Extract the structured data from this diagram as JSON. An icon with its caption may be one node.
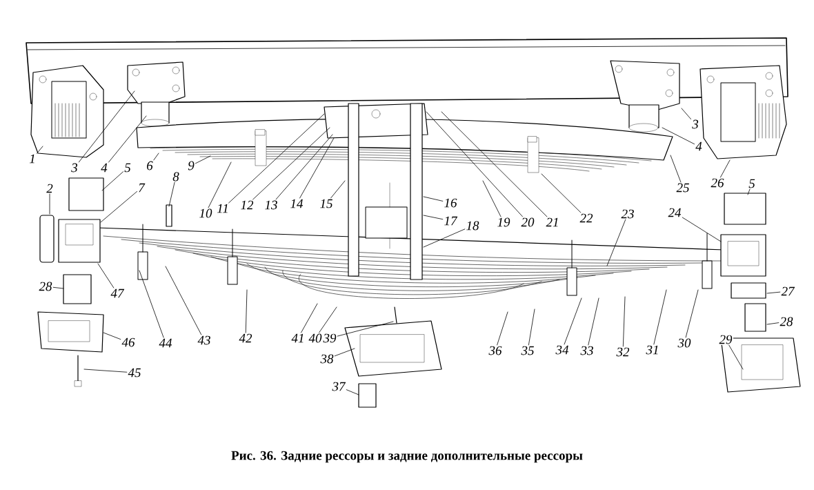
{
  "diagram": {
    "caption": "Рис. 36. Задние рессоры и задние дополнительные рессоры",
    "nodes": [
      {
        "text": [
          "1"
        ]
      },
      {
        "text": [
          "2"
        ]
      },
      {
        "text": [
          "3"
        ]
      },
      {
        "text": [
          "4"
        ]
      },
      {
        "text": [
          "5"
        ]
      },
      {
        "text": [
          "6"
        ]
      },
      {
        "text": [
          "7"
        ]
      },
      {
        "text": [
          "8"
        ]
      },
      {
        "text": [
          "9"
        ]
      },
      {
        "text": [
          "10"
        ]
      },
      {
        "text": [
          "11"
        ]
      },
      {
        "text": [
          "12"
        ]
      },
      {
        "text": [
          "13"
        ]
      },
      {
        "text": [
          "14"
        ]
      },
      {
        "text": [
          "15"
        ]
      },
      {
        "text": [
          "16"
        ]
      },
      {
        "text": [
          "17"
        ]
      },
      {
        "text": [
          "18"
        ]
      },
      {
        "text": [
          "19"
        ]
      },
      {
        "text": [
          "20"
        ]
      },
      {
        "text": [
          "21"
        ]
      },
      {
        "text": [
          "22"
        ]
      },
      {
        "text": [
          "23"
        ]
      },
      {
        "text": [
          "24"
        ]
      },
      {
        "text": [
          "25"
        ]
      },
      {
        "text": [
          "26"
        ]
      },
      {
        "text": [
          "27"
        ]
      },
      {
        "text": [
          "28"
        ]
      },
      {
        "text": [
          "29"
        ]
      },
      {
        "text": [
          "30"
        ]
      },
      {
        "text": [
          "31"
        ]
      },
      {
        "text": [
          "32"
        ]
      },
      {
        "text": [
          "33"
        ]
      },
      {
        "text": [
          "34"
        ]
      },
      {
        "text": [
          "35"
        ]
      },
      {
        "text": [
          "36"
        ]
      },
      {
        "text": [
          "37"
        ]
      },
      {
        "text": [
          "38"
        ]
      },
      {
        "text": [
          "39"
        ]
      },
      {
        "text": [
          "40"
        ]
      },
      {
        "text": [
          "41"
        ]
      },
      {
        "text": [
          "42"
        ]
      },
      {
        "text": [
          "43"
        ]
      },
      {
        "text": [
          "44"
        ]
      },
      {
        "text": [
          "45"
        ]
      },
      {
        "text": [
          "46"
        ]
      },
      {
        "text": [
          "47"
        ]
      },
      {
        "text": [
          "28"
        ]
      },
      {
        "text": [
          "5"
        ]
      },
      {
        "text": [
          "3"
        ]
      },
      {
        "text": [
          "4"
        ]
      }
    ],
    "edges": [
      {
        "from": 0,
        "to": null,
        "arrow": "none"
      },
      {
        "from": 1,
        "to": null,
        "arrow": "none"
      },
      {
        "from": 2,
        "to": null,
        "arrow": "none"
      },
      {
        "from": 3,
        "to": null,
        "arrow": "none"
      },
      {
        "from": 4,
        "to": null,
        "arrow": "none"
      },
      {
        "from": 5,
        "to": null,
        "arrow": "none"
      },
      {
        "from": 6,
        "to": null,
        "arrow": "none"
      },
      {
        "from": 7,
        "to": null,
        "arrow": "none"
      },
      {
        "from": 8,
        "to": null,
        "arrow": "none"
      },
      {
        "from": 9,
        "to": null,
        "arrow": "none"
      },
      {
        "from": 10,
        "to": null,
        "arrow": "none"
      },
      {
        "from": 11,
        "to": null,
        "arrow": "none"
      },
      {
        "from": 12,
        "to": null,
        "arrow": "none"
      },
      {
        "from": 13,
        "to": null,
        "arrow": "none"
      },
      {
        "from": 14,
        "to": null,
        "arrow": "none"
      },
      {
        "from": 15,
        "to": null,
        "arrow": "none"
      },
      {
        "from": 16,
        "to": null,
        "arrow": "none"
      },
      {
        "from": 17,
        "to": null,
        "arrow": "none"
      },
      {
        "from": 18,
        "to": null,
        "arrow": "none"
      },
      {
        "from": 19,
        "to": null,
        "arrow": "none"
      },
      {
        "from": 20,
        "to": null,
        "arrow": "none"
      },
      {
        "from": 21,
        "to": null,
        "arrow": "none"
      },
      {
        "from": 22,
        "to": null,
        "arrow": "none"
      },
      {
        "from": 23,
        "to": null,
        "arrow": "none"
      },
      {
        "from": 24,
        "to": null,
        "arrow": "none"
      },
      {
        "from": 25,
        "to": null,
        "arrow": "none"
      },
      {
        "from": 26,
        "to": null,
        "arrow": "none"
      },
      {
        "from": 27,
        "to": null,
        "arrow": "none"
      },
      {
        "from": 28,
        "to": null,
        "arrow": "none"
      },
      {
        "from": 29,
        "to": null,
        "arrow": "none"
      },
      {
        "from": 30,
        "to": null,
        "arrow": "none"
      },
      {
        "from": 31,
        "to": null,
        "arrow": "none"
      },
      {
        "from": 32,
        "to": null,
        "arrow": "none"
      },
      {
        "from": 33,
        "to": null,
        "arrow": "none"
      },
      {
        "from": 34,
        "to": null,
        "arrow": "none"
      },
      {
        "from": 35,
        "to": null,
        "arrow": "none"
      },
      {
        "from": 36,
        "to": null,
        "arrow": "none"
      },
      {
        "from": 37,
        "to": null,
        "arrow": "none"
      },
      {
        "from": 38,
        "to": null,
        "arrow": "none"
      },
      {
        "from": 39,
        "to": null,
        "arrow": "none"
      },
      {
        "from": 40,
        "to": null,
        "arrow": "none"
      },
      {
        "from": 41,
        "to": null,
        "arrow": "none"
      },
      {
        "from": 42,
        "to": null,
        "arrow": "none"
      },
      {
        "from": 43,
        "to": null,
        "arrow": "none"
      },
      {
        "from": 44,
        "to": null,
        "arrow": "none"
      },
      {
        "from": 45,
        "to": null,
        "arrow": "none"
      },
      {
        "from": 46,
        "to": null,
        "arrow": "none"
      },
      {
        "from": 47,
        "to": null,
        "arrow": "none"
      },
      {
        "from": 48,
        "to": null,
        "arrow": "none"
      },
      {
        "from": 49,
        "to": null,
        "arrow": "none"
      },
      {
        "from": 50,
        "to": null,
        "arrow": "none"
      }
    ]
  }
}
